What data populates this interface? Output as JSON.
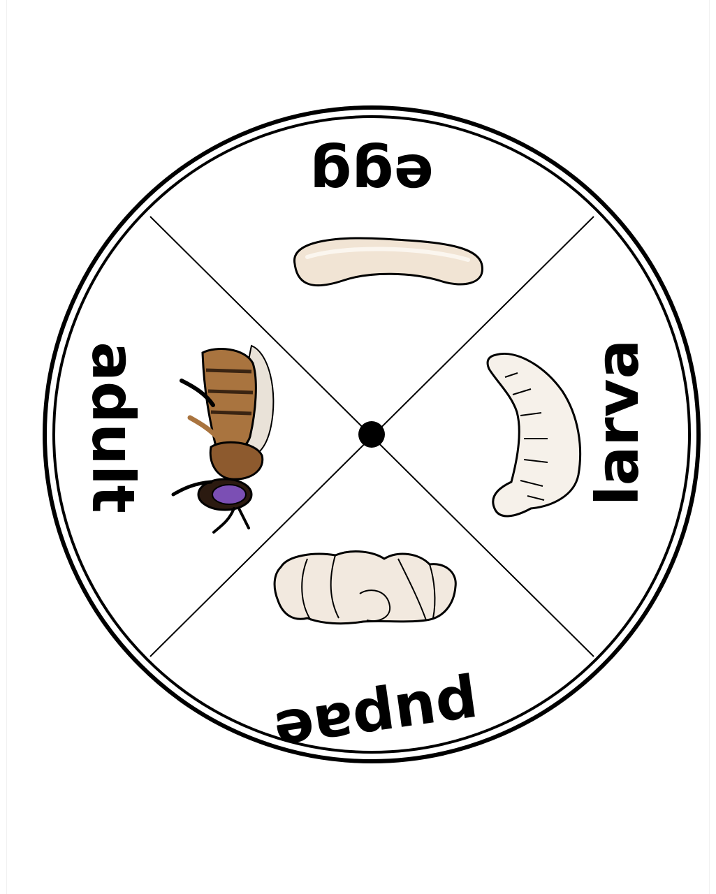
{
  "diagram": {
    "stages": [
      {
        "id": "egg",
        "label": "egg",
        "illustration": "egg-illustration"
      },
      {
        "id": "larva",
        "label": "larva",
        "illustration": "larva-illustration"
      },
      {
        "id": "pupae",
        "label": "pupae",
        "illustration": "pupae-illustration"
      },
      {
        "id": "adult",
        "label": "adult",
        "illustration": "bee-illustration"
      }
    ]
  },
  "colors": {
    "outline": "#000000",
    "body_cream": "#f2e6d6",
    "bee_brown": "#a9743f",
    "bee_purple": "#7b4fb4"
  }
}
